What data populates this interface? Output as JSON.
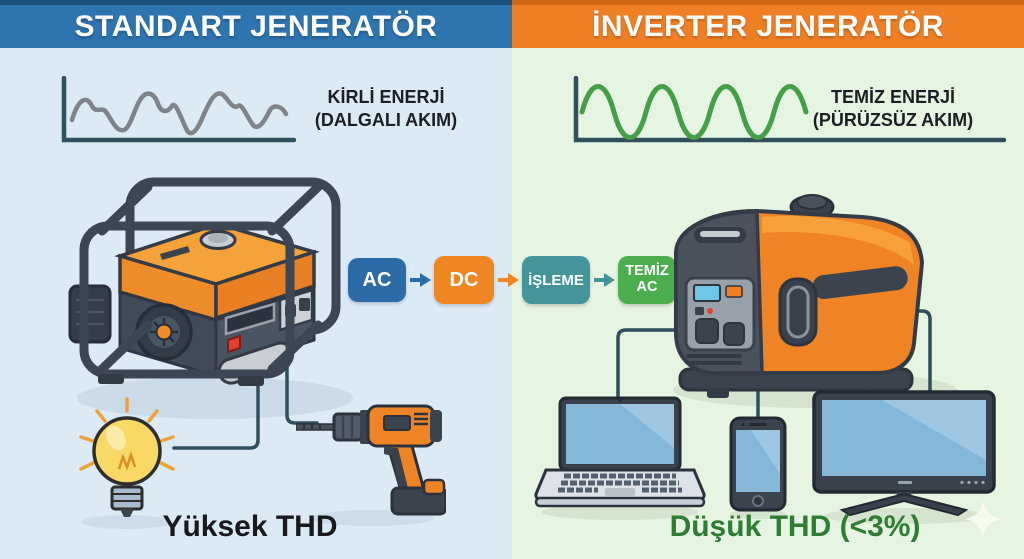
{
  "left_panel": {
    "title": "STANDART JENERATÖR",
    "banner_color": "#2e74ae",
    "waveform": {
      "type": "noisy-line",
      "color": "#7e8489",
      "label_line1": "KİRLİ ENERJİ",
      "label_line2": "(DALGALI AKIM)"
    },
    "generator": "open-frame-generator",
    "devices": [
      "lightbulb-icon",
      "power-drill-icon"
    ],
    "thd_label": "Yüksek THD",
    "thd_color": "#17191c"
  },
  "right_panel": {
    "title": "İNVERTER JENERATÖR",
    "banner_color": "#ef7f25",
    "waveform": {
      "type": "smooth-sine",
      "color": "#43a047",
      "label_line1": "TEMİZ ENERJİ",
      "label_line2": "(PÜRÜZSÜZ AKIM)"
    },
    "generator": "inverter-generator",
    "devices": [
      "laptop-icon",
      "smartphone-icon",
      "television-icon"
    ],
    "thd_label": "Düşük THD (<3%)",
    "thd_color": "#2e7d32"
  },
  "flow": {
    "steps": [
      {
        "label": "AC",
        "color": "#2b6ca8"
      },
      {
        "label": "DC",
        "color": "#ef8621"
      },
      {
        "label": "İŞLEME",
        "color": "#43959a"
      },
      {
        "label": "TEMİZ AC",
        "color": "#4cae4f"
      }
    ]
  }
}
